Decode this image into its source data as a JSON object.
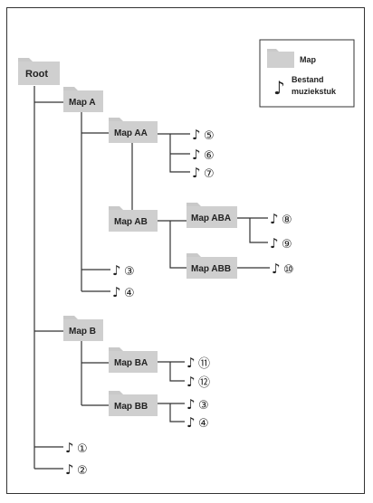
{
  "legend": {
    "folder_label": "Map",
    "file_label_line1": "Bestand",
    "file_label_line2": "muziekstuk",
    "folder_icon": "folder-icon",
    "file_icon": "music-note-icon"
  },
  "tree": {
    "root": "Root",
    "map_a": "Map A",
    "map_aa": "Map AA",
    "map_ab": "Map AB",
    "map_aba": "Map ABA",
    "map_abb": "Map ABB",
    "map_b": "Map B",
    "map_ba": "Map BA",
    "map_bb": "Map BB"
  },
  "files": {
    "f5": "⑤",
    "f6": "⑥",
    "f7": "⑦",
    "f8": "⑧",
    "f9": "⑨",
    "f10": "⑩",
    "f3a": "③",
    "f4a": "④",
    "f11": "⑪",
    "f12": "⑫",
    "f3b": "③",
    "f4b": "④",
    "f1": "①",
    "f2": "②"
  },
  "colors": {
    "folder": "#cfcfcf",
    "line": "#333333"
  }
}
